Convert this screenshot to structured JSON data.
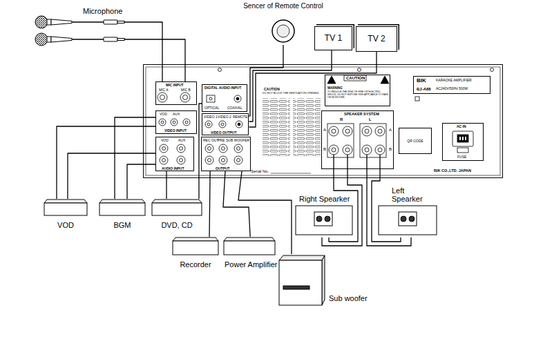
{
  "diagram": {
    "nodes": [
      {
        "text": [
          "Microphone"
        ]
      },
      {
        "text": [
          "Sencer of Remote Control"
        ]
      },
      {
        "text": [
          "TV 1"
        ]
      },
      {
        "text": [
          "TV 2"
        ]
      },
      {
        "text": [
          "Serial No."
        ]
      },
      {
        "text": [
          "MIC INPUT",
          "MIC A",
          "MIC B"
        ],
        "in": 4
      },
      {
        "text": [
          "DIGITAL AUDIO INPUT",
          "OPTICAL",
          "COAXIAL"
        ],
        "in": 4
      },
      {
        "text": [
          "VOD",
          "AUX",
          "VIDEO INPUT"
        ],
        "in": 4
      },
      {
        "text": [
          "VIDEO 1",
          "VIDEO 2",
          "REMOTE",
          "VIDEO OUTPUT"
        ],
        "in": 4
      },
      {
        "text": [
          "VOD",
          "AUX",
          "AUDIO INPUT"
        ],
        "in": 4
      },
      {
        "text": [
          "REC OUT",
          "PRE",
          "SUB WOOFER",
          "OUTPUT"
        ],
        "in": 4
      },
      {
        "text": [
          "CAUTION",
          "WARNING",
          "TO REDUCE THE RISK OF FIRE OR ELECTRIC SHOCK, DO NOT EXPOSE THIS APPLIANCE TO RAIN OR MOISTURE."
        ],
        "in": 4
      },
      {
        "text": [
          "BIK",
          "KARAOKE AMPLIFIER",
          "BJ-A88",
          "AC240V/50Hz 500W"
        ],
        "in": 4
      },
      {
        "text": [
          "SPEAKER SYSTEM",
          "R",
          "L",
          "A",
          "B",
          "A",
          "B"
        ],
        "in": 4
      },
      {
        "text": [
          "QR CODE"
        ],
        "in": 4
      },
      {
        "text": [
          "AC IN",
          "FUSE"
        ],
        "in": 4
      },
      {
        "text": [
          "VOD"
        ]
      },
      {
        "text": [
          "BGM"
        ]
      },
      {
        "text": [
          "DVD, CD"
        ]
      },
      {
        "text": [
          "Recorder"
        ]
      },
      {
        "text": [
          "Power Amplifier"
        ]
      },
      {
        "text": [
          "Sub woofer"
        ]
      },
      {
        "text": [
          "Right Spearker"
        ]
      },
      {
        "text": [
          "Left Spearker"
        ]
      }
    ],
    "edges": [
      {
        "from": 0,
        "to": 5,
        "arrow": "none"
      },
      {
        "from": 0,
        "to": 5,
        "arrow": "none"
      },
      {
        "from": 1,
        "to": 8,
        "arrow": "none"
      },
      {
        "from": 2,
        "to": 8,
        "arrow": "none"
      },
      {
        "from": 3,
        "to": 8,
        "arrow": "none"
      },
      {
        "from": 16,
        "to": 7,
        "arrow": "none"
      },
      {
        "from": 16,
        "to": 9,
        "arrow": "none"
      },
      {
        "from": 17,
        "to": 7,
        "arrow": "none"
      },
      {
        "from": 17,
        "to": 9,
        "arrow": "none"
      },
      {
        "from": 18,
        "to": 6,
        "arrow": "none"
      },
      {
        "from": 18,
        "to": 9,
        "arrow": "none"
      },
      {
        "from": 10,
        "to": 19,
        "arrow": "none"
      },
      {
        "from": 10,
        "to": 20,
        "arrow": "none"
      },
      {
        "from": 10,
        "to": 21,
        "arrow": "none"
      },
      {
        "from": 13,
        "to": 22,
        "arrow": "none"
      },
      {
        "from": 13,
        "to": 22,
        "arrow": "none"
      },
      {
        "from": 13,
        "to": 23,
        "arrow": "none"
      },
      {
        "from": 13,
        "to": 23,
        "arrow": "none"
      }
    ],
    "labels": [
      "CAUTION",
      "DO NOT BLOCK THE VENTILATION OPENING",
      "BIK CO.,LTD. JAPAN"
    ]
  }
}
